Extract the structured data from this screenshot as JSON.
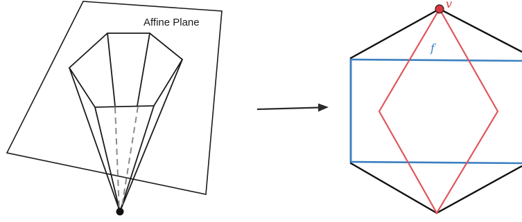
{
  "left_panel": {
    "plane_label": "Affine Plane"
  },
  "right_panel": {
    "vertex_label": "v",
    "face_label": "f"
  },
  "colors": {
    "ink": "#111111",
    "dashed": "#8a8a8a",
    "red": "#e0565b",
    "blue": "#3a7fc1",
    "vertex_fill": "#d9373f"
  }
}
